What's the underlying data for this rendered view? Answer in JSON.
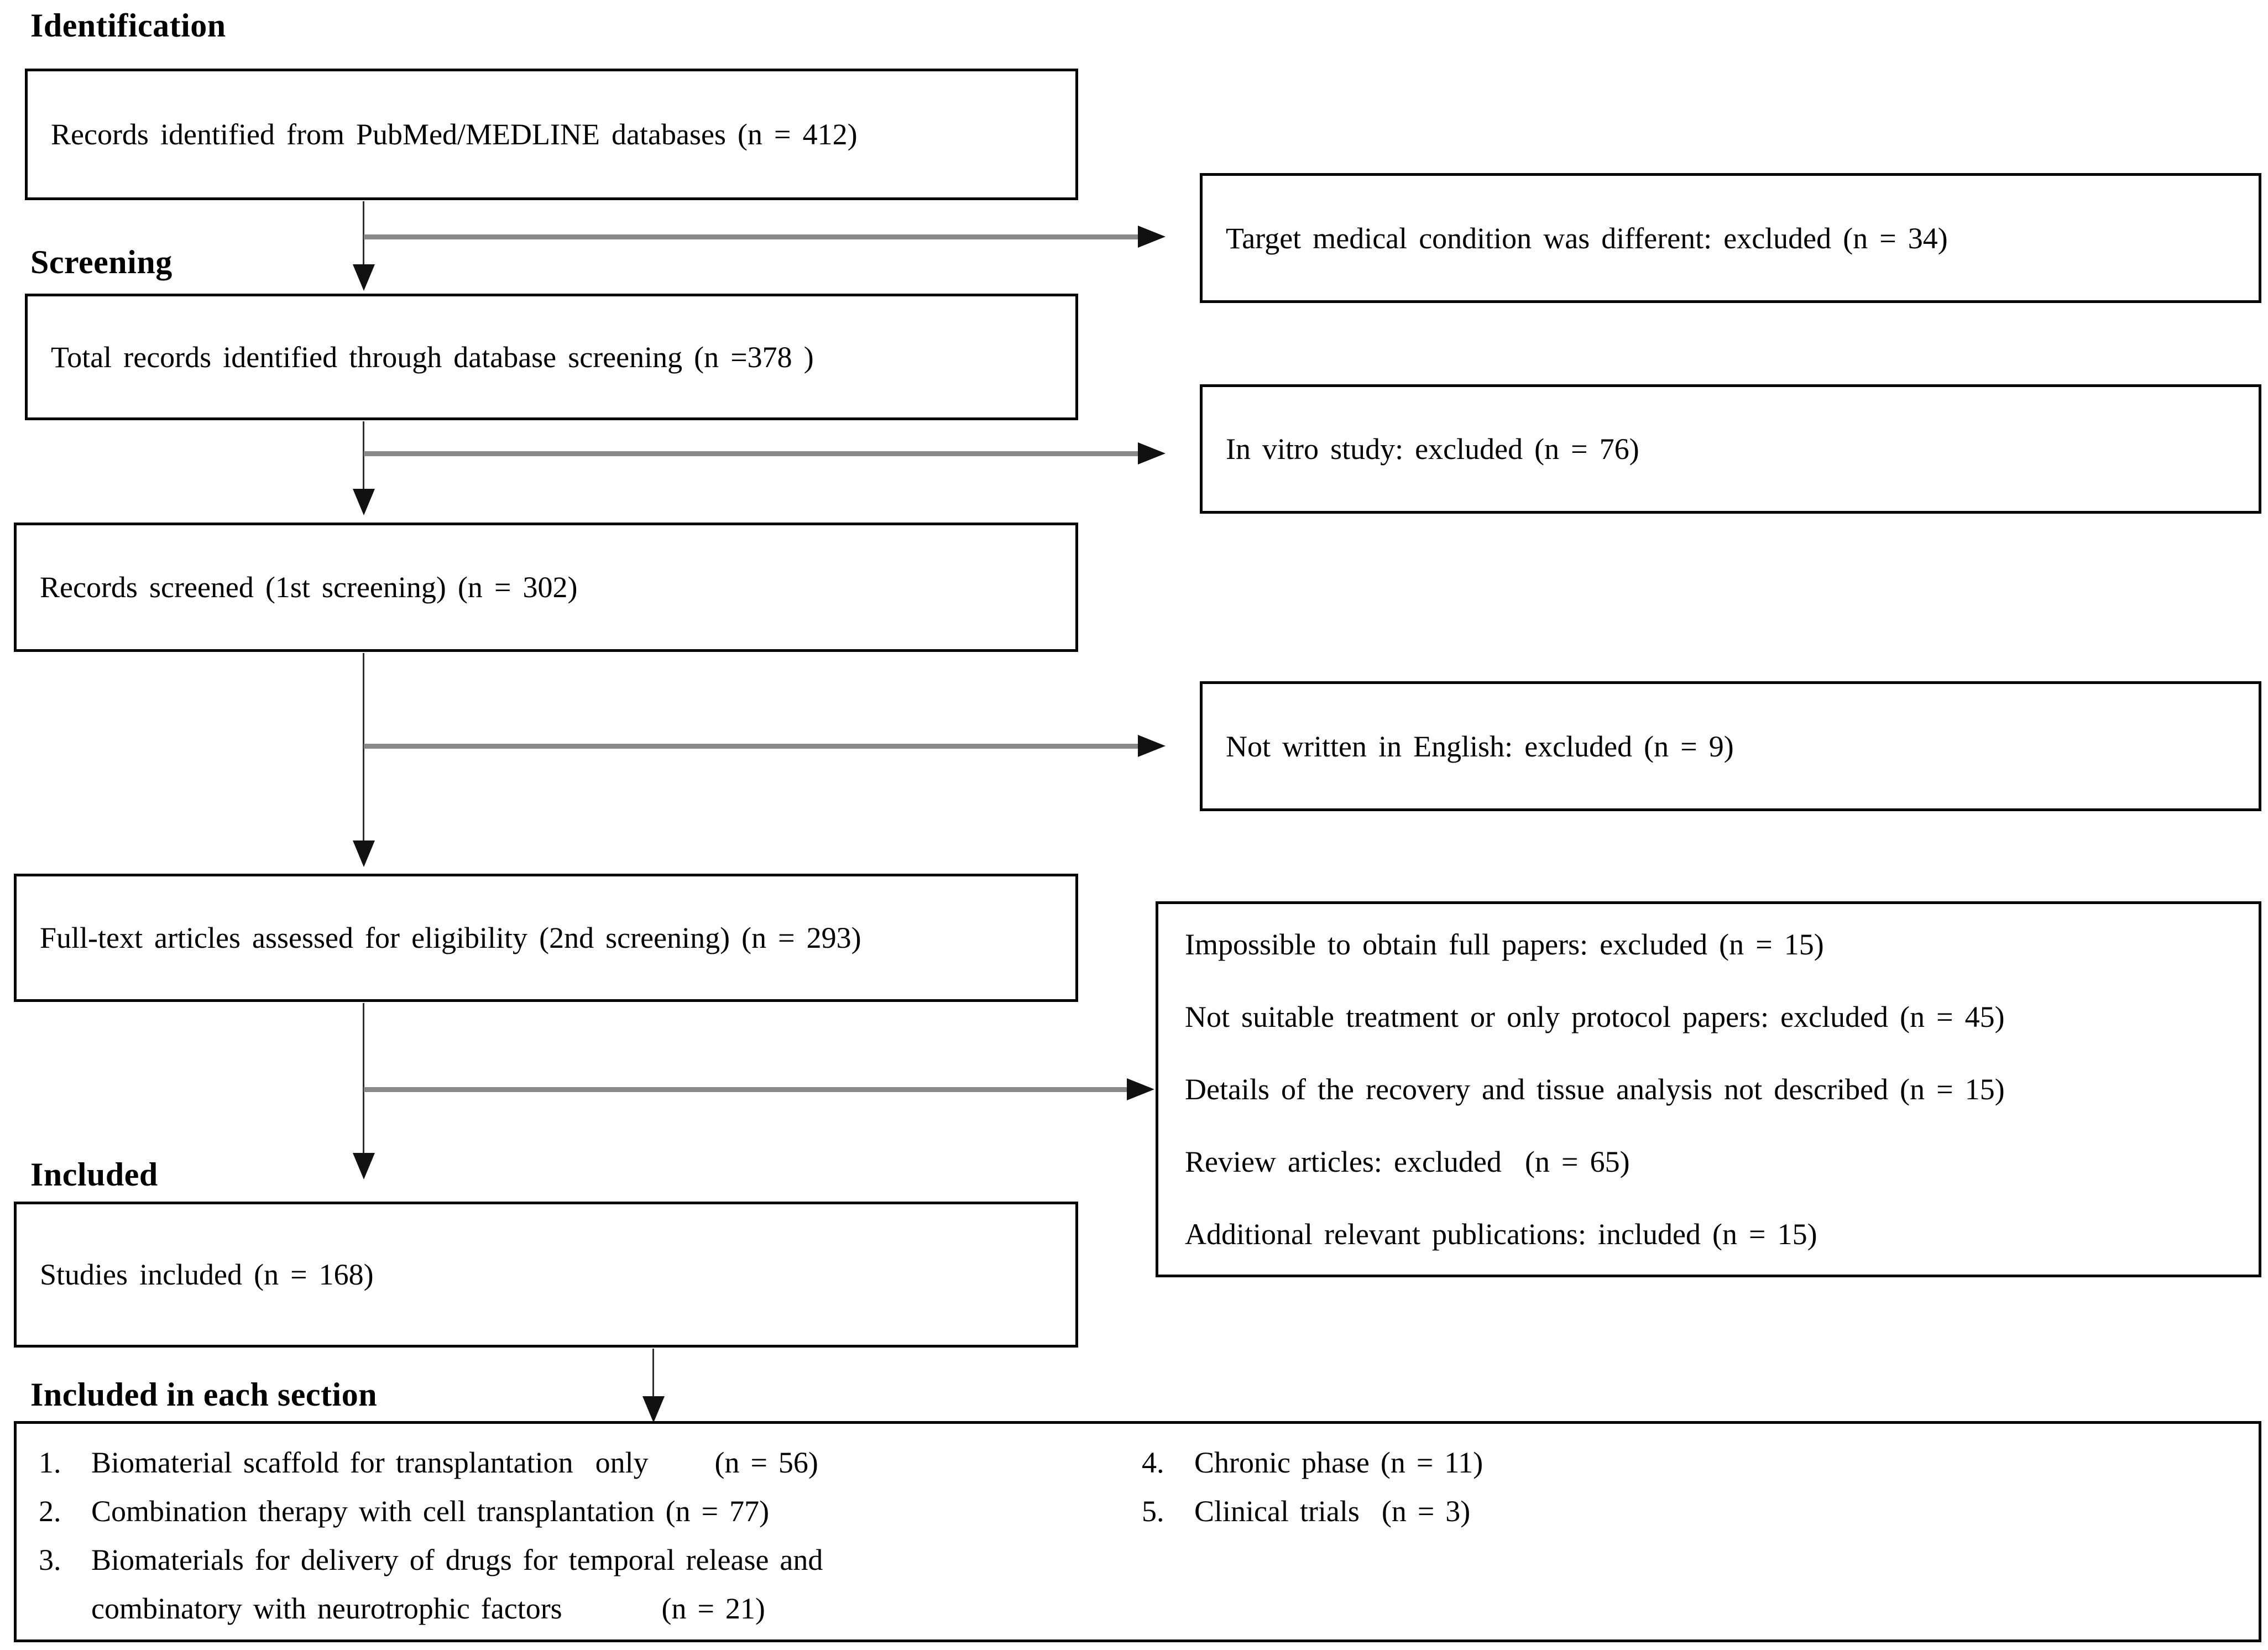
{
  "figure": {
    "stage_labels": {
      "identification": "Identification",
      "screening": "Screening",
      "included": "Included",
      "included_each_section": "Included in each section"
    },
    "flow": {
      "records_identified": "Records identified from PubMed/MEDLINE databases (n = 412)",
      "total_records": "Total records identified through database screening (n =378 )",
      "records_screened": "Records screened (1st screening) (n = 302)",
      "fulltext_assessed": "Full-text articles assessed for eligibility (2nd screening) (n = 293)",
      "studies_included": "Studies included (n = 168)"
    },
    "exclusions": {
      "target_condition": "Target medical condition was different: excluded (n = 34)",
      "in_vitro": "In vitro study: excluded (n = 76)",
      "not_english": "Not written in English: excluded (n = 9)",
      "second_screening": [
        "Impossible to obtain full papers: excluded (n = 15)",
        "Not suitable treatment or only protocol papers: excluded (n = 45)",
        "Details of the recovery and tissue analysis not described (n = 15)",
        "Review articles: excluded  (n = 65)",
        "Additional relevant publications: included (n = 15)"
      ]
    },
    "sections": {
      "left": [
        {
          "num": "1.",
          "text": "Biomaterial scaffold for transplantation  only      (n = 56)"
        },
        {
          "num": "2.",
          "text": "Combination therapy with cell transplantation (n = 77)"
        },
        {
          "num": "3.",
          "text": "Biomaterials for delivery of drugs for temporal release and\ncombinatory with neurotrophic factors         (n = 21)"
        }
      ],
      "right": [
        {
          "num": "4.",
          "text": "Chronic phase (n = 11)"
        },
        {
          "num": "5.",
          "text": "Clinical trials  (n = 3)"
        }
      ]
    },
    "colors": {
      "box_border": "#000000",
      "text": "#000000",
      "connector_horizontal": "#8a8a8a",
      "connector_vertical": "#2e2e2e",
      "arrowhead": "#111111",
      "background": "#ffffff"
    }
  }
}
